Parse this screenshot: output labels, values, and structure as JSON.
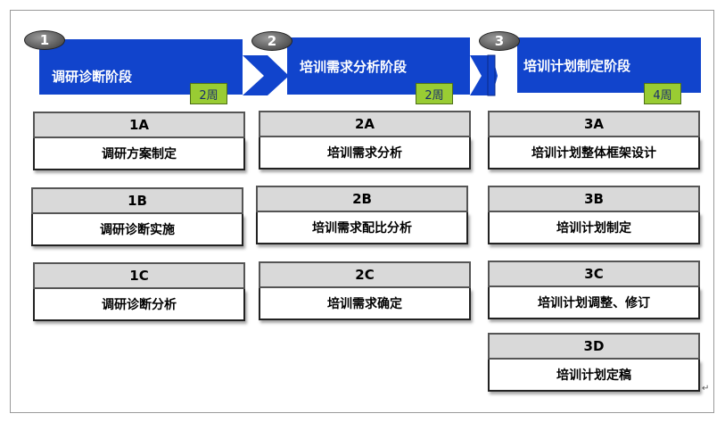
{
  "phases": [
    {
      "number": "1",
      "title": "调研诊断阶段",
      "duration": "2周"
    },
    {
      "number": "2",
      "title": "培训需求分析阶段",
      "duration": "2周"
    },
    {
      "number": "3",
      "title": "培训计划制定阶段",
      "duration": "4周"
    }
  ],
  "tasks": {
    "col1": [
      {
        "code": "1A",
        "name": "调研方案制定"
      },
      {
        "code": "1B",
        "name": "调研诊断实施"
      },
      {
        "code": "1C",
        "name": "调研诊断分析"
      }
    ],
    "col2": [
      {
        "code": "2A",
        "name": "培训需求分析"
      },
      {
        "code": "2B",
        "name": "培训需求配比分析"
      },
      {
        "code": "2C",
        "name": "培训需求确定"
      }
    ],
    "col3": [
      {
        "code": "3A",
        "name": "培训计划整体框架设计"
      },
      {
        "code": "3B",
        "name": "培训计划制定"
      },
      {
        "code": "3C",
        "name": "培训计划调整、修订"
      },
      {
        "code": "3D",
        "name": "培训计划定稿"
      }
    ]
  },
  "colors": {
    "banner": "#1144cc",
    "duration_badge": "#99cc33",
    "card_header": "#d9d9d9"
  },
  "paragraph_mark": "↵"
}
